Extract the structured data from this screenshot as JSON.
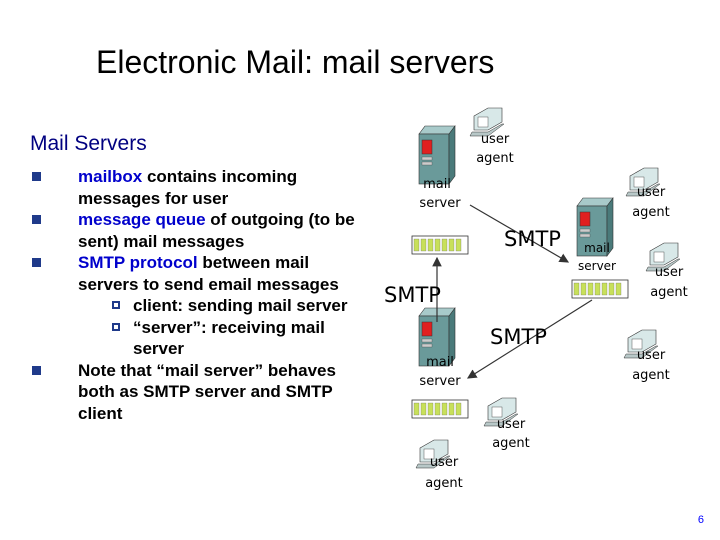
{
  "title": "Electronic Mail: mail servers",
  "heading": "Mail Servers",
  "bullets": {
    "b1": {
      "highlight": "mailbox",
      "rest": " contains incoming messages for user"
    },
    "b2": {
      "highlight": "message queue",
      "rest": " of outgoing (to be sent) mail messages"
    },
    "b3": {
      "highlight": "SMTP protocol",
      "rest": " between mail servers to send email messages"
    },
    "sub1": "client: sending mail server",
    "sub2": "“server”: receiving mail server",
    "b4": "Note that “mail server” behaves both as SMTP server and SMTP client"
  },
  "diagram": {
    "mail_server_label": [
      "mail",
      "server"
    ],
    "user_agent_label": [
      "user",
      "agent"
    ],
    "smtp_label": "SMTP"
  },
  "page_number": "6",
  "colors": {
    "accent": "#000080",
    "highlight": "#0000cc",
    "queue_fill": "#c8e05a",
    "server_body": "#6a9a9a",
    "mailbox_red": "#e02020",
    "arrow": "#333333"
  }
}
